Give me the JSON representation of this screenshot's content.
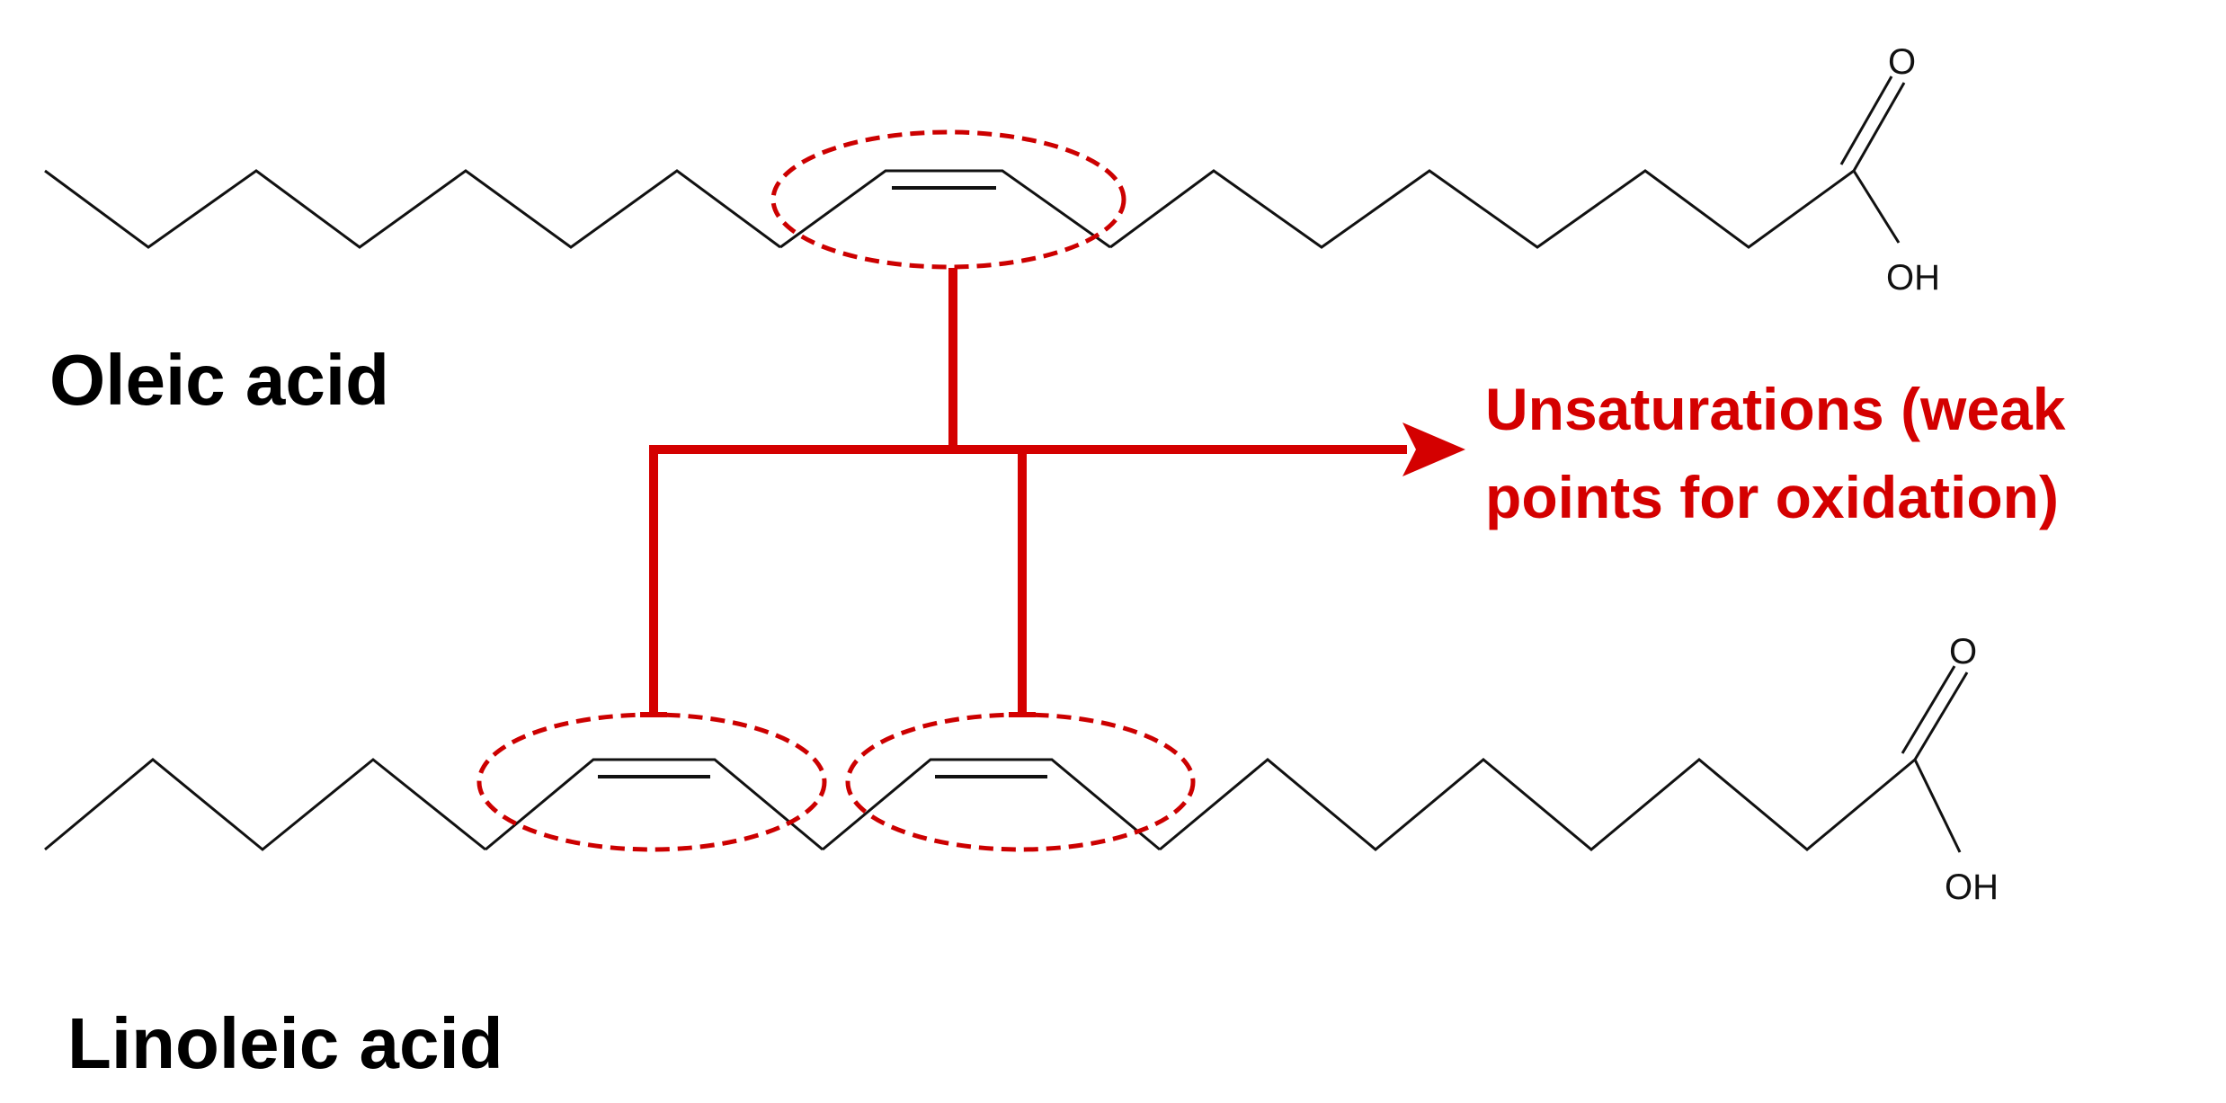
{
  "molecules": {
    "oleic": {
      "name": "Oleic acid",
      "carbonyl_o": "O",
      "hydroxyl": "OH"
    },
    "linoleic": {
      "name": "Linoleic acid",
      "carbonyl_o": "O",
      "hydroxyl": "OH"
    }
  },
  "annotation": {
    "line1": "Unsaturations (weak",
    "line2": "points for oxidation)"
  },
  "colors": {
    "highlight": "#d40000",
    "bond": "#111111",
    "label": "#000000"
  }
}
